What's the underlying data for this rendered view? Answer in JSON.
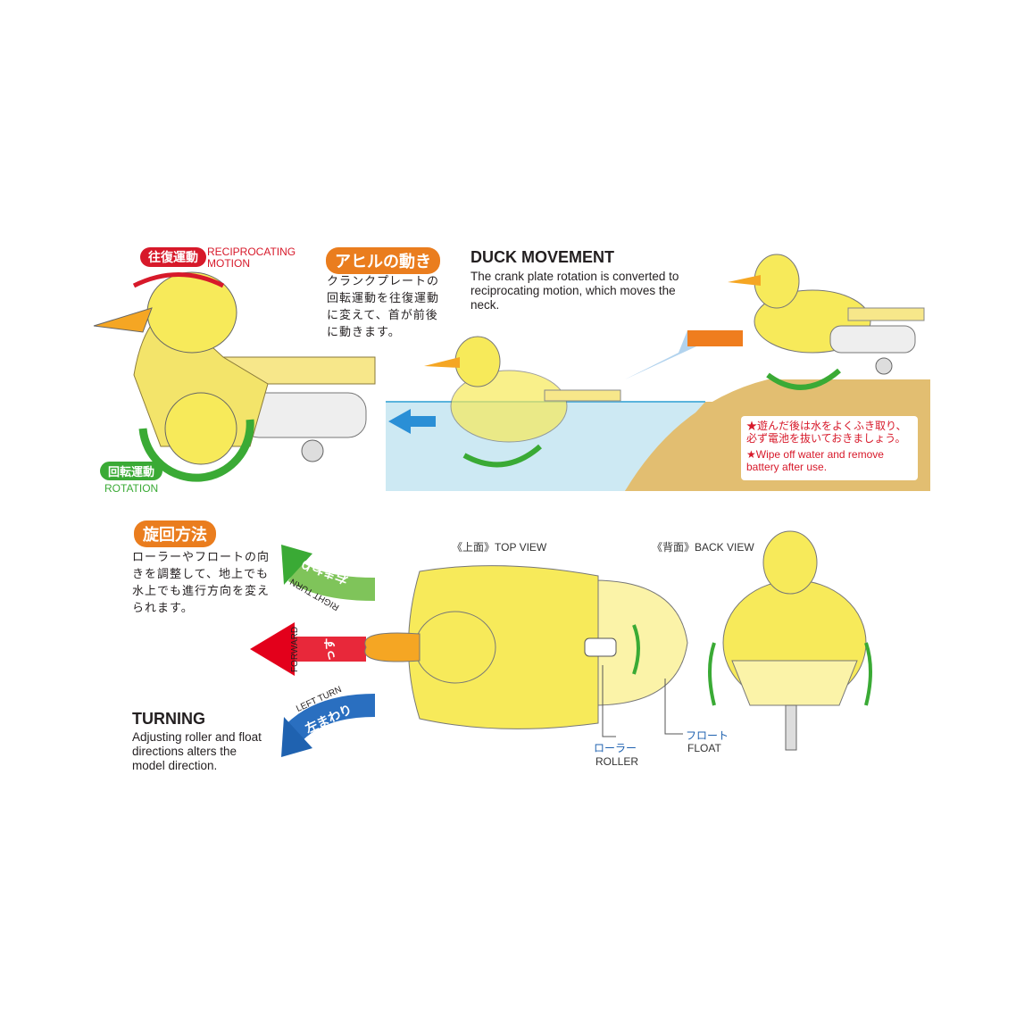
{
  "top_left": {
    "reciprocating_jp": "往復運動",
    "reciprocating_en": "RECIPROCATING MOTION",
    "rotation_jp": "回転運動",
    "rotation_en": "ROTATION"
  },
  "duck_movement": {
    "badge_jp": "アヒルの動き",
    "text_jp": "クランクプレートの回転運動を往復運動に変えて、首が前後に動きます。",
    "title_en": "DUCK MOVEMENT",
    "text_en": "The crank plate rotation is converted to reciprocating motion, which moves the neck."
  },
  "warning": {
    "jp": "★遊んだ後は水をよくふき取り、必ず電池を抜いておきましょう。",
    "en": "★Wipe off water and remove battery after use."
  },
  "turning": {
    "badge_jp": "旋回方法",
    "text_jp": "ローラーやフロートの向きを調整して、地上でも水上でも進行方向を変えられます。",
    "title_en": "TURNING",
    "text_en": "Adjusting roller and float directions alters the model direction.",
    "right_turn_jp": "右まわり",
    "right_turn_en": "RIGHT TURN",
    "forward_jp": "まっすぐ",
    "forward_en": "FORWARD",
    "left_turn_jp": "左まわり",
    "left_turn_en": "LEFT TURN"
  },
  "views": {
    "top_view": "《上面》TOP VIEW",
    "back_view": "《背面》BACK VIEW",
    "roller_jp": "ローラー",
    "roller_en": "ROLLER",
    "float_jp": "フロート",
    "float_en": "FLOAT"
  },
  "colors": {
    "duck_yellow": "#f7ea5a",
    "beak_orange": "#f5a623",
    "water": "#cde9f3",
    "ground": "#e2be71",
    "red": "#d7192a",
    "orange": "#ea7d1e",
    "green": "#3aaa35",
    "blue": "#1f62b0"
  }
}
